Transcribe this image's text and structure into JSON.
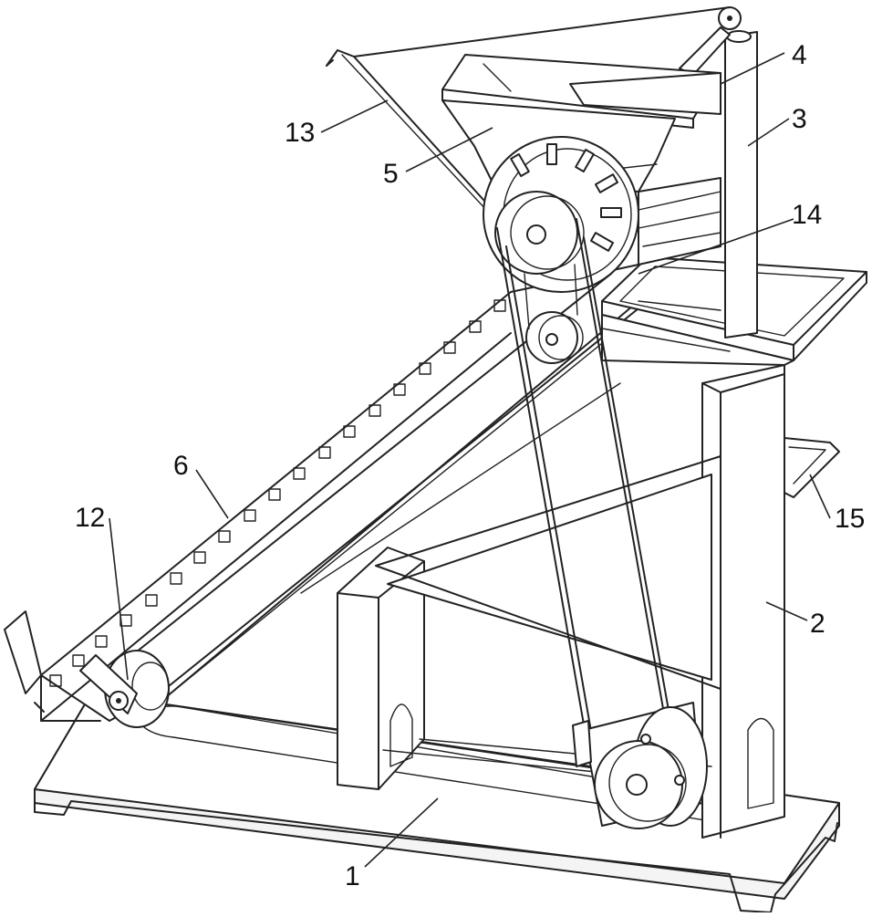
{
  "labels": {
    "l1": "1",
    "l2": "2",
    "l3": "3",
    "l4": "4",
    "l5": "5",
    "l6": "6",
    "l12": "12",
    "l13": "13",
    "l14": "14",
    "l15": "15"
  },
  "colors": {
    "line": "#222222",
    "background": "#ffffff"
  }
}
